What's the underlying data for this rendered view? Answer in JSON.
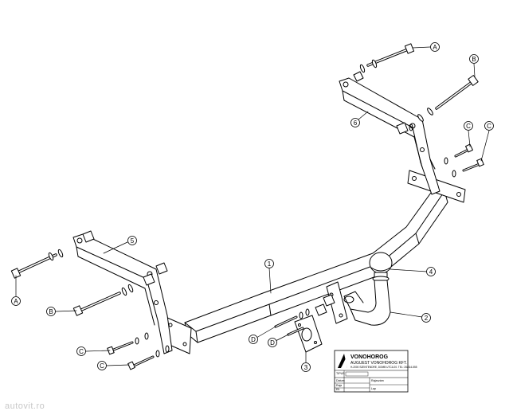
{
  "callouts": {
    "A_top": "A",
    "B_top": "B",
    "C_right1": "C",
    "C_right2": "C",
    "part6": "6",
    "part5": "5",
    "A_left": "A",
    "B_left": "B",
    "C_left1": "C",
    "C_left2": "C",
    "part1": "1",
    "part4": "4",
    "part2": "2",
    "D1": "D",
    "D2": "D",
    "part3": "3"
  },
  "title_block": {
    "brand": "VONOHOROG",
    "company": "AUGUEST VONOHOROG KFT.",
    "address": "H-2000 SZENTENDRE, DOMB UTCA 20. TEL: 26/314-555",
    "field_tipus": "TIPUS",
    "field_datum": "Dátum",
    "field_rajz": "Rajz",
    "field_ell": "Ell.",
    "field_rajzszam": "Rajzszám",
    "field_lap": "Lap"
  },
  "watermark": "autovit.ro"
}
